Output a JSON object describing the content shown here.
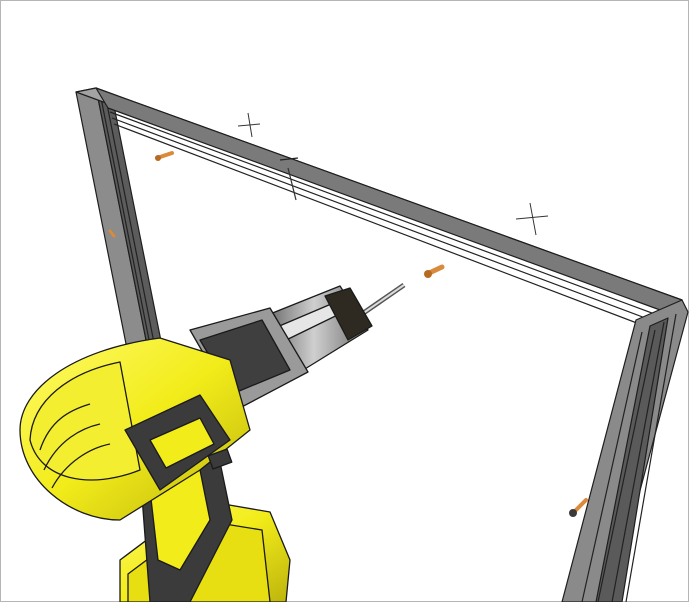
{
  "scene": {
    "background_color": "#ffffff",
    "frame_color": "#8a8a8a",
    "frame_dark": "#3a3a3a",
    "drill_body_color": "#f2ec1a",
    "drill_dark_color": "#3b3b3b",
    "screw_color": "#d98a3a",
    "objects": [
      "window-frame",
      "cordless-drill",
      "screw",
      "screw",
      "screw",
      "screw",
      "marker-cross",
      "marker-cross"
    ]
  }
}
